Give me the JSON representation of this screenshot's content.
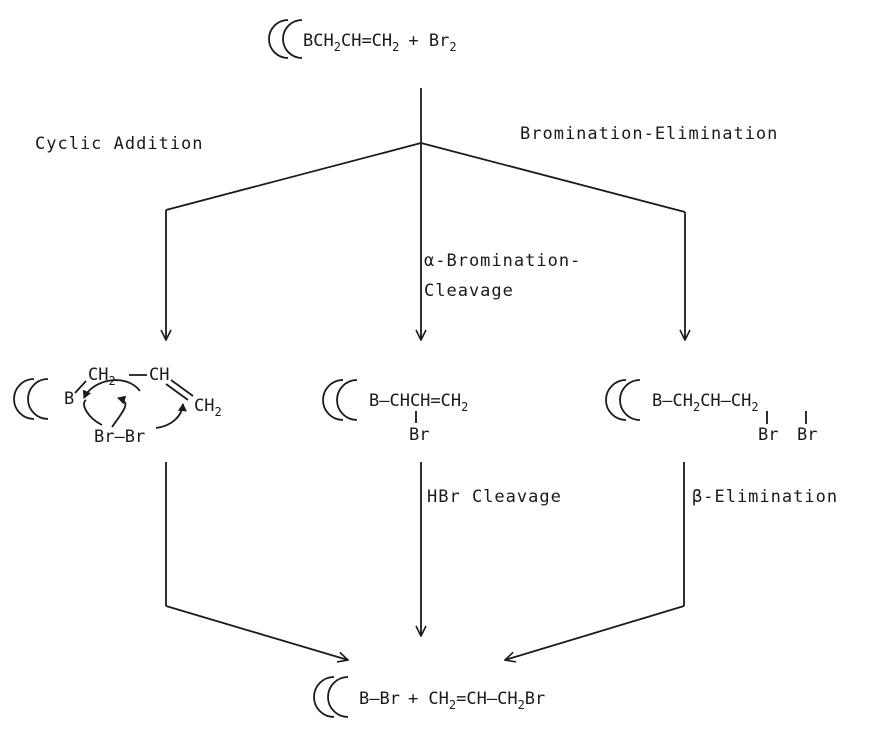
{
  "reactant": {
    "group": "B",
    "chain": "CH",
    "sub1": "2",
    "mid": "CH=CH",
    "sub2": "2",
    "plus": "+ Br",
    "sub3": "2"
  },
  "pathways": {
    "left_label": "Cyclic Addition",
    "center_label_line1": "α-Bromination-",
    "center_label_line2": "Cleavage",
    "right_label": "Bromination-Elimination"
  },
  "intermediates": {
    "left": {
      "boron": "B",
      "ch2_a": "CH",
      "ch2_a_sub": "2",
      "ch": "CH",
      "ch2_b": "CH",
      "ch2_b_sub": "2",
      "brbr": "Br—Br"
    },
    "center": {
      "formula": "B—CHCH=CH",
      "sub": "2",
      "br": "Br"
    },
    "right": {
      "formula_a": "B—CH",
      "sub_a": "2",
      "formula_b": "CH—CH",
      "sub_b": "2",
      "br1": "Br",
      "br2": "Br"
    }
  },
  "steps": {
    "center_step": "HBr Cleavage",
    "right_step": "β-Elimination"
  },
  "products": {
    "group": "B—Br",
    "plus": "+ CH",
    "sub1": "2",
    "mid": "=CH—CH",
    "sub2": "2",
    "end": "Br"
  }
}
